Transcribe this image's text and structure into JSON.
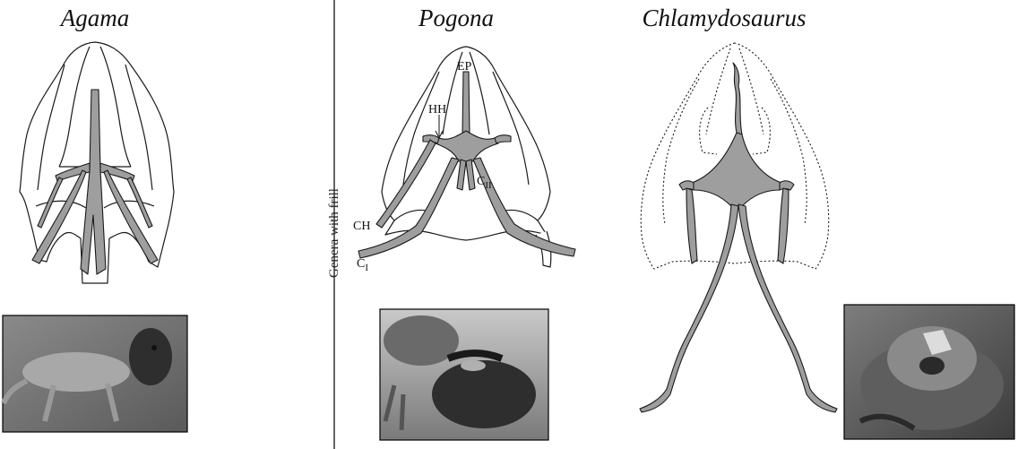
{
  "panels": {
    "agama": {
      "title": "Agama"
    },
    "pogona": {
      "title": "Pogona",
      "labels": {
        "ep": "EP",
        "hh": "HH",
        "ch": "CH",
        "c1_base": "C",
        "c1_sub": "I",
        "c2_base": "C",
        "c2_sub": "II"
      }
    },
    "chlamydosaurus": {
      "title": "Chlamydosaurus"
    }
  },
  "side_label": "Genera with frill",
  "colors": {
    "bone": "#9e9e9e",
    "outline": "#1a1a1a",
    "divider": "#000000"
  },
  "photos": [
    {
      "name": "agama-photo",
      "subject": "Agama lizard"
    },
    {
      "name": "pogona-photo",
      "subject": "Pogona bearded dragon with beard displayed"
    },
    {
      "name": "chlamydosaurus-photo",
      "subject": "Frilled lizard with frill extended"
    }
  ]
}
